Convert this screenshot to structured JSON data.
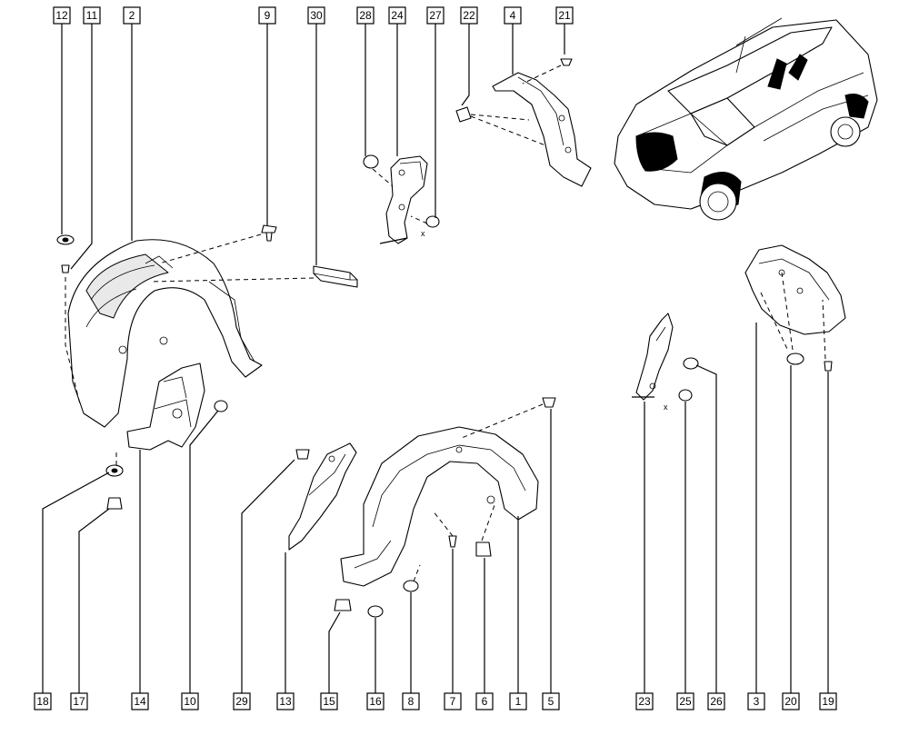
{
  "callouts_top": [
    "12",
    "11",
    "2",
    "9",
    "30",
    "28",
    "24",
    "27",
    "22",
    "4",
    "21"
  ],
  "callouts_bottom": [
    "18",
    "17",
    "14",
    "10",
    "29",
    "13",
    "15",
    "16",
    "8",
    "7",
    "6",
    "1",
    "5",
    "23",
    "25",
    "26",
    "3",
    "20",
    "19"
  ],
  "markers": [
    "x",
    "x"
  ],
  "colors": {
    "line": "#000000",
    "box_fill": "#ffffff",
    "shade": "#e9e9e9"
  }
}
